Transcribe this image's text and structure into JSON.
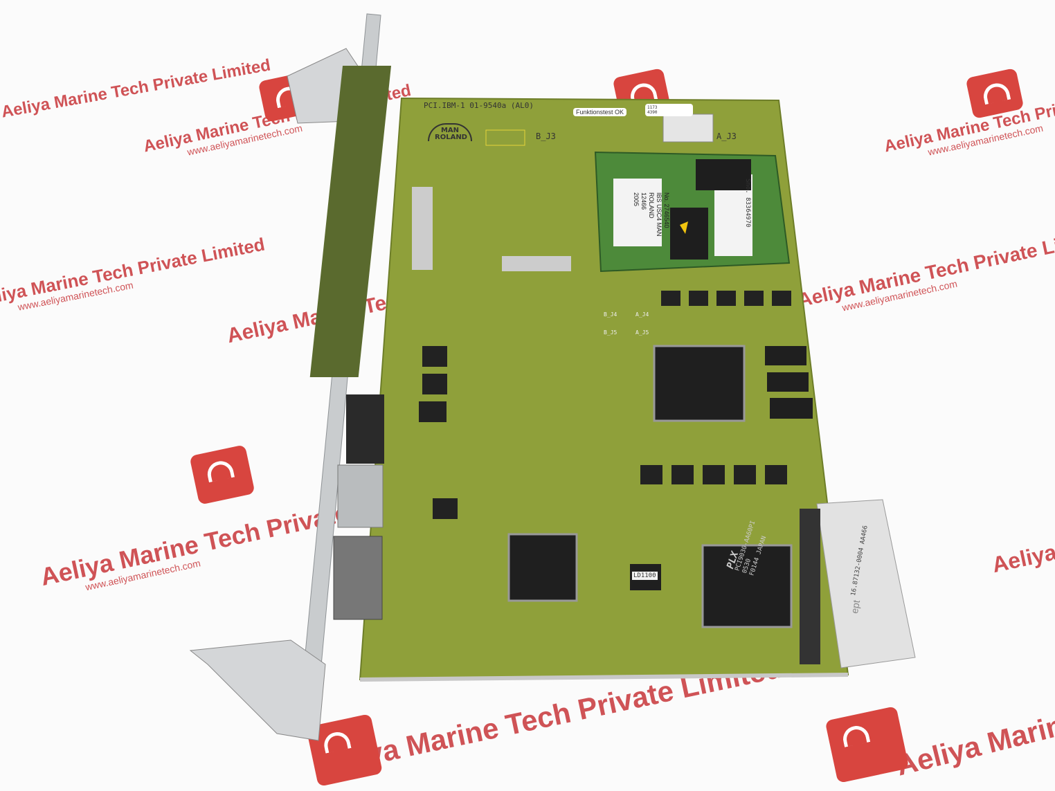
{
  "watermark": {
    "company": "Aeliya Marine Tech Private Limited",
    "url": "www.aeliyamarinetech.com",
    "brand_color": "#c8363a"
  },
  "board": {
    "part_label": "PCI.IBM-1 01-9540a (AL0)",
    "manufacturer_logo": "MAN ROLAND",
    "test_sticker": "Funktionstest OK",
    "barcode_sticker": "1173 4390",
    "connector_b": "B_J3",
    "connector_a": "A_J3",
    "jumper_labels": [
      "B_J4",
      "B_J5",
      "A_J4",
      "A_J5"
    ],
    "module_label": [
      "No. 2746540",
      "IBS USC4 MAN",
      "ROLAND",
      "12466",
      "2005"
    ],
    "module_sn": "Sno. 83364970",
    "chip_plx": [
      "PLX",
      "PCI9030-AA60PI",
      "0530",
      "F0144 JAPAN"
    ],
    "chip_ld": "LD1100",
    "backplane_connector": "16.87132-0004 AA466",
    "backplane_brand": "ept",
    "pcb_color": "#8fa03a"
  }
}
